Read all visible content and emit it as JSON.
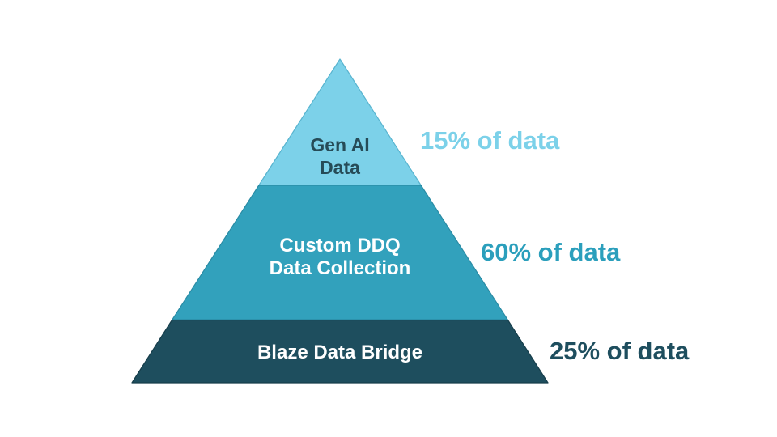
{
  "slide": {
    "background_color": "#ffffff"
  },
  "diagram": {
    "type": "pyramid",
    "title": "",
    "tiers": [
      {
        "name": "Gen AI Data",
        "lines": [
          "Gen AI",
          "Data"
        ],
        "percent": 15,
        "percent_label": "15% of data",
        "fill_color": "#7cd1e9",
        "edge_color": "#58b4cf",
        "text_color": "#264b57",
        "label_color": "#7cd1e9"
      },
      {
        "name": "Custom DDQ Data Collection",
        "lines": [
          "Custom DDQ",
          "Data Collection"
        ],
        "percent": 60,
        "percent_label": "60% of data",
        "fill_color": "#32a1bc",
        "edge_color": "#2a8ba4",
        "text_color": "#ffffff",
        "label_color": "#2b9fbc"
      },
      {
        "name": "Blaze Data Bridge",
        "lines": [
          "Blaze Data Bridge"
        ],
        "percent": 25,
        "percent_label": "25% of data",
        "fill_color": "#1e4e5e",
        "edge_color": "#173e4b",
        "text_color": "#ffffff",
        "label_color": "#1e4e5e"
      }
    ]
  }
}
